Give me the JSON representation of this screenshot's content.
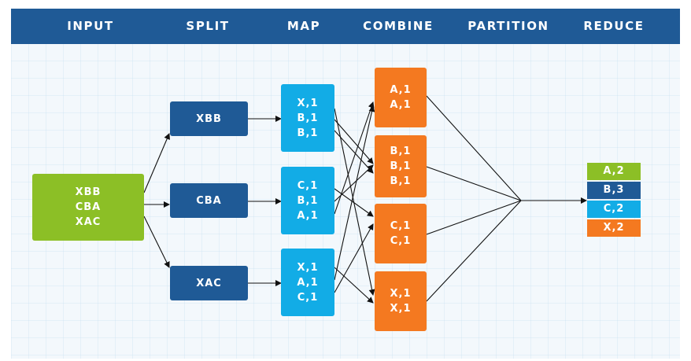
{
  "header": {
    "stages": [
      "INPUT",
      "SPLIT",
      "MAP",
      "COMBINE",
      "PARTITION",
      "REDUCE"
    ]
  },
  "input": {
    "lines": [
      "XBB",
      "CBA",
      "XAC"
    ]
  },
  "split": {
    "items": [
      "XBB",
      "CBA",
      "XAC"
    ]
  },
  "map": {
    "groups": [
      [
        "X,1",
        "B,1",
        "B,1"
      ],
      [
        "C,1",
        "B,1",
        "A,1"
      ],
      [
        "X,1",
        "A,1",
        "C,1"
      ]
    ]
  },
  "combine": {
    "groups": [
      [
        "A,1",
        "A,1"
      ],
      [
        "B,1",
        "B,1",
        "B,1"
      ],
      [
        "C,1",
        "C,1"
      ],
      [
        "X,1",
        "X,1"
      ]
    ]
  },
  "reduce": {
    "rows": [
      {
        "label": "A,2",
        "color": "#8cbf26"
      },
      {
        "label": "B,3",
        "color": "#1f5a96"
      },
      {
        "label": "C,2",
        "color": "#12ace6"
      },
      {
        "label": "X,2",
        "color": "#f47920"
      }
    ]
  },
  "colors": {
    "header": "#1f5a96",
    "input": "#8cbf26",
    "split": "#1f5a96",
    "map": "#12ace6",
    "combine": "#f47920"
  }
}
